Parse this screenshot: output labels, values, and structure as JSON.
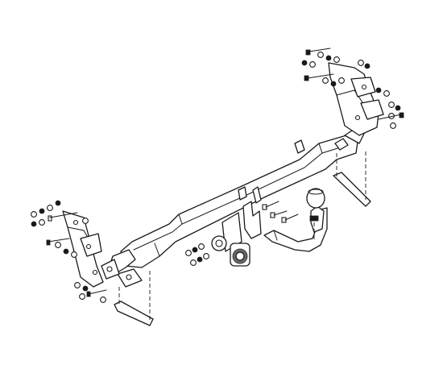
{
  "diagram": {
    "type": "exploded-assembly",
    "colors": {
      "line": "#1a1a1a",
      "background": "#ffffff",
      "shade": "#6a6a6a"
    },
    "parts": [
      {
        "id": "crossbeam",
        "name": "cross-beam"
      },
      {
        "id": "bracket-left",
        "name": "left-mounting-bracket"
      },
      {
        "id": "bracket-right",
        "name": "right-mounting-bracket"
      },
      {
        "id": "tow-ball",
        "name": "tow-ball-neck"
      },
      {
        "id": "socket-plate",
        "name": "electrical-socket-plate"
      },
      {
        "id": "socket",
        "name": "electrical-socket"
      },
      {
        "id": "strap-left",
        "name": "left-reinforcement-strap"
      },
      {
        "id": "strap-right",
        "name": "right-reinforcement-strap"
      }
    ]
  }
}
